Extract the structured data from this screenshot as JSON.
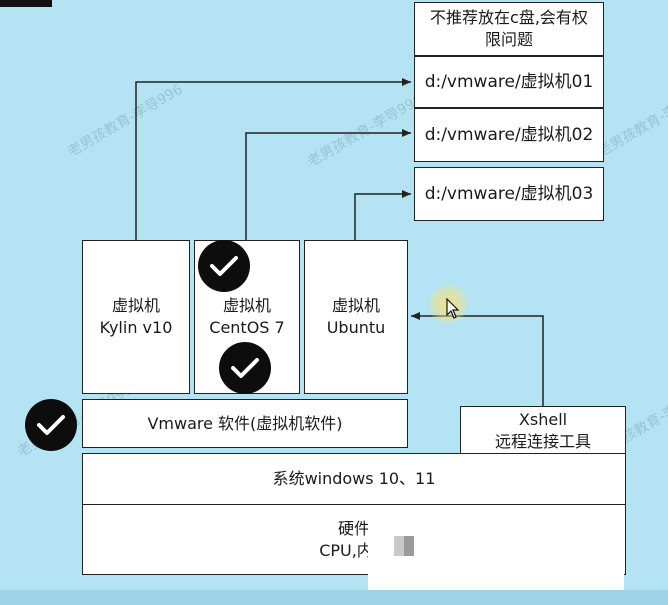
{
  "note": {
    "line1": "不推荐放在c盘,会有权",
    "line2": "限问题"
  },
  "paths": [
    "d:/vmware/虚拟机01",
    "d:/vmware/虚拟机02",
    "d:/vmware/虚拟机03"
  ],
  "vms": [
    {
      "line1": "虚拟机",
      "line2": "Kylin v10"
    },
    {
      "line1": "虚拟机",
      "line2": "CentOS 7"
    },
    {
      "line1": "虚拟机",
      "line2": "Ubuntu"
    }
  ],
  "vmware_label": "Vmware 软件(虚拟机软件)",
  "xshell": {
    "line1": "Xshell",
    "line2": "远程连接工具"
  },
  "os_label": "系统windows 10、11",
  "hardware": {
    "line1": "硬件",
    "line2": "CPU,内存"
  },
  "watermark": "老男孩教育-李导996",
  "colors": {
    "background": "#b4e3f3",
    "box": "#ffffff",
    "line": "#222222",
    "check": "#0d0d0d"
  },
  "icons": {
    "check": "check-circle-icon",
    "cursor": "mouse-pointer-icon"
  }
}
